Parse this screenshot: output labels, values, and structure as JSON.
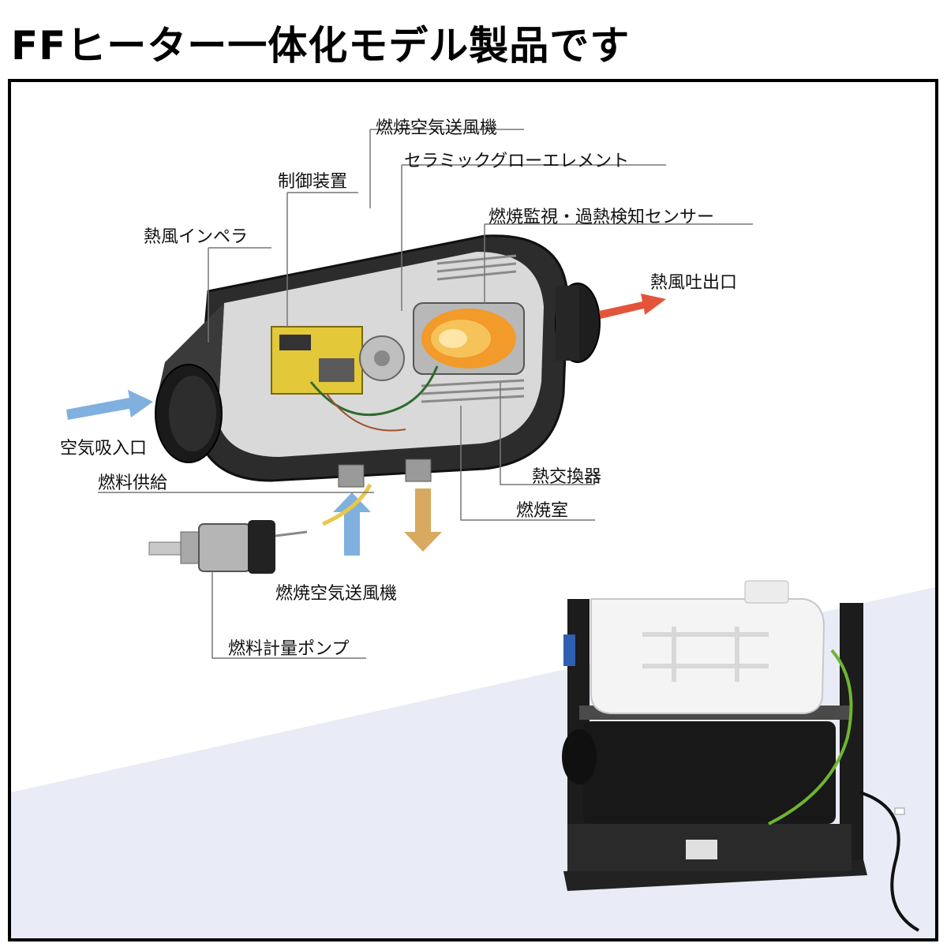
{
  "headline": "FFヒーター一体化モデル製品です",
  "labels": {
    "blower_top": "燃焼空気送風機",
    "glow_element": "セラミックグローエレメント",
    "controller": "制御装置",
    "sensor": "燃焼監視・過熱検知センサー",
    "impeller": "熱風インペラ",
    "hot_air_outlet": "熱風吐出口",
    "air_inlet": "空気吸入口",
    "fuel_supply": "燃料供給",
    "heat_exchanger": "熱交換器",
    "combustion_chamber": "燃焼室",
    "blower_bottom": "燃焼空気送風機",
    "metering_pump": "燃料計量ポンプ"
  },
  "colors": {
    "frame": "#000000",
    "arrow_blue": "#7fb0de",
    "arrow_red": "#e2553a",
    "arrow_tan": "#d8a960",
    "band": "#e9ebf6",
    "flame": "#f29a2a"
  }
}
